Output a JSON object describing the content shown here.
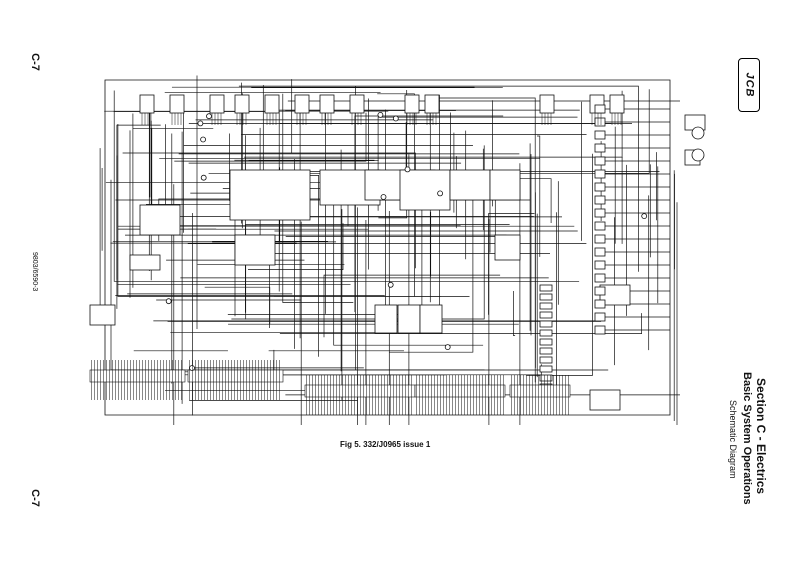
{
  "header": {
    "page_top": "C-7",
    "page_bottom": "C-7",
    "doc_code": "9803/6590-3",
    "logo_text": "JCB"
  },
  "title": {
    "section": "Section C - Electrics",
    "chapter": "Basic System Operations",
    "topic": "Schematic Diagram"
  },
  "figure": {
    "caption": "Fig 5. 332/J0965 issue 1"
  },
  "colors": {
    "ink": "#111111",
    "paper": "#ffffff"
  }
}
